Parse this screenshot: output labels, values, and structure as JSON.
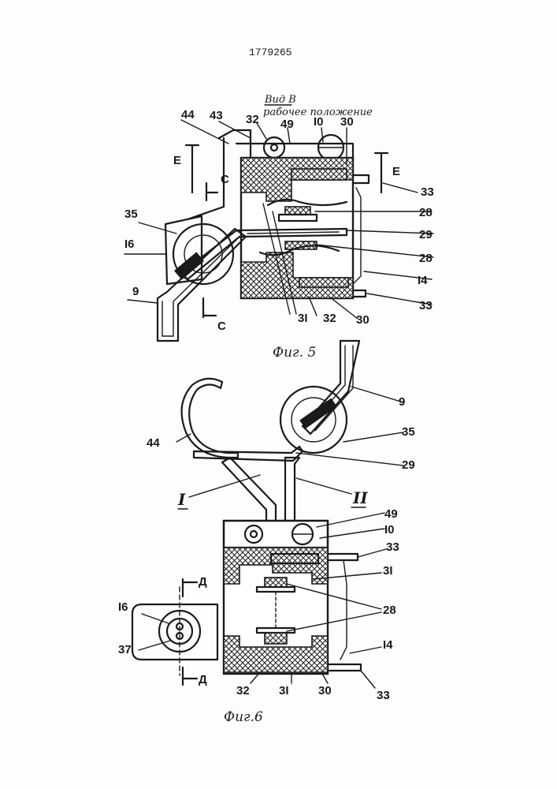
{
  "patent_number": "1779265",
  "fig5": {
    "view_title": "Вид В",
    "view_subtitle": "рабочее положение",
    "caption": "Фиг. 5",
    "section_letters": {
      "E_left": "Е",
      "E_right": "Е",
      "C_top": "С",
      "C_bottom": "С"
    },
    "labels": {
      "l44": "44",
      "l43": "43",
      "l32_top": "32",
      "l49": "49",
      "l10": "I0",
      "l30_top": "30",
      "l33_top": "33",
      "l28_a": "28",
      "l29": "29",
      "l28_b": "28",
      "l14": "I4",
      "l33_bottom": "33",
      "l30_bottom": "30",
      "l32_bottom": "32",
      "l31": "3I",
      "l35": "35",
      "l16": "I6",
      "l9": "9"
    }
  },
  "fig6": {
    "caption": "Фиг.6",
    "section_letters": {
      "D_top": "Д",
      "D_bottom": "Д"
    },
    "roman": {
      "one": "I",
      "two": "II"
    },
    "labels": {
      "l9": "9",
      "l35": "35",
      "l44": "44",
      "l29": "29",
      "l49": "49",
      "l10": "I0",
      "l33_top": "33",
      "l31_top": "3I",
      "l16": "I6",
      "l37": "37",
      "l28": "28",
      "l14": "I4",
      "l32": "32",
      "l31_bottom": "3I",
      "l30": "30",
      "l33_bottom": "33"
    }
  }
}
